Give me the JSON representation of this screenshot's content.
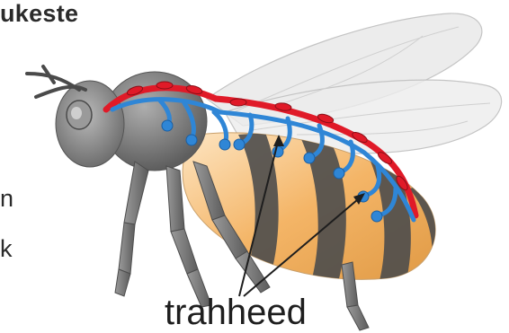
{
  "texts": {
    "title_fragment": "ukeste",
    "edge_fragment_1": "n",
    "edge_fragment_2": "k",
    "callout_label": "trahheed"
  },
  "colors": {
    "tube_blue": "#2f86d6",
    "tube_red": "#e01a28",
    "abdomen_orange": "#f4b567",
    "body_gray": "#8d8d8d",
    "wing": "#dcdcdc"
  },
  "icons": [
    "bee-illustration",
    "wing-shape",
    "head-shape",
    "eye-shape",
    "leg-shape",
    "tracheal-tube",
    "air-sac-bulb",
    "dorsal-vessel"
  ]
}
